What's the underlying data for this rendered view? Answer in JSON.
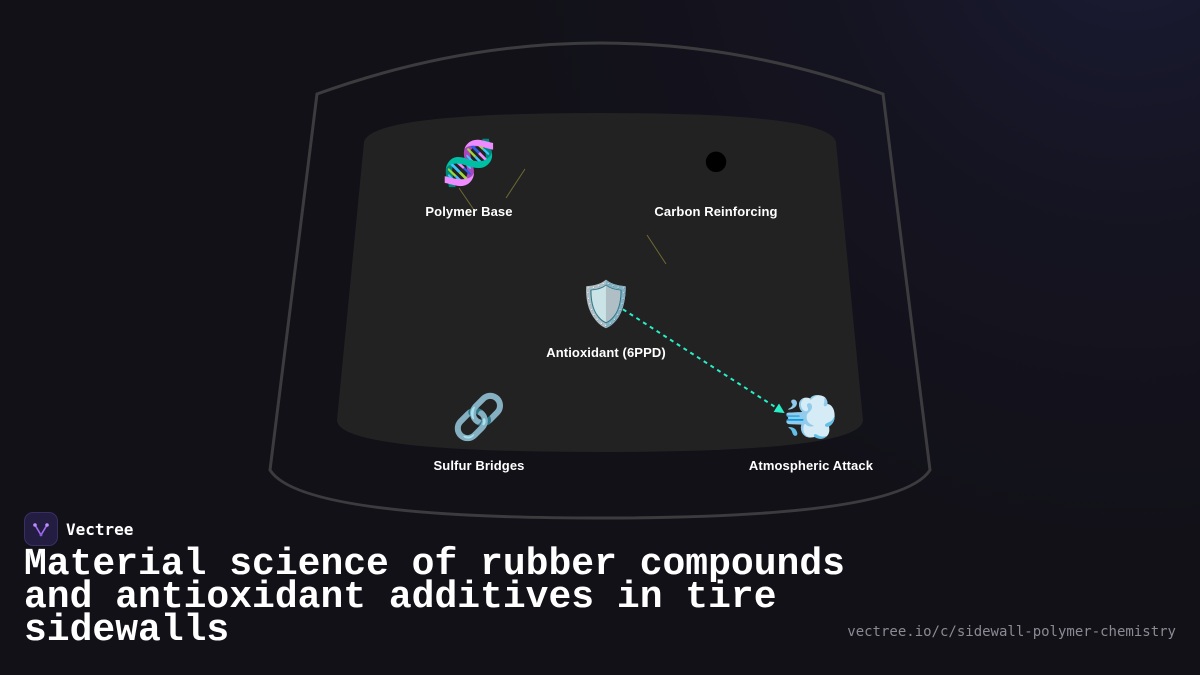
{
  "brand": {
    "name": "Vectree",
    "logo_icon": "vectree-logo-icon",
    "accent": "#a46cf5"
  },
  "title": "Material science of rubber compounds and antioxidant additives in tire sidewalls",
  "url": "vectree.io/c/sidewall-polymer-chemistry",
  "diagram": {
    "nodes": [
      {
        "id": "polymer",
        "emoji": "🧬",
        "icon": "dna-icon",
        "label": "Polymer Base"
      },
      {
        "id": "carbon",
        "emoji": "⚫",
        "icon": "black-circle-icon",
        "label": "Carbon Reinforcing"
      },
      {
        "id": "antioxidant",
        "emoji": "🛡️",
        "icon": "shield-icon",
        "label": "Antioxidant (6PPD)"
      },
      {
        "id": "sulfur",
        "emoji": "🔗",
        "icon": "link-icon",
        "label": "Sulfur Bridges"
      },
      {
        "id": "atmospheric",
        "emoji": "💨",
        "icon": "wind-icon",
        "label": "Atmospheric Attack"
      }
    ],
    "edges": [
      {
        "from": "antioxidant",
        "to": "atmospheric",
        "style": "dashed-arrow",
        "color": "#27f0c8"
      }
    ],
    "colors": {
      "outer_outline": "#3c3c3f",
      "inner_fill": "#222222",
      "faint_link": "#6e6a34"
    }
  }
}
